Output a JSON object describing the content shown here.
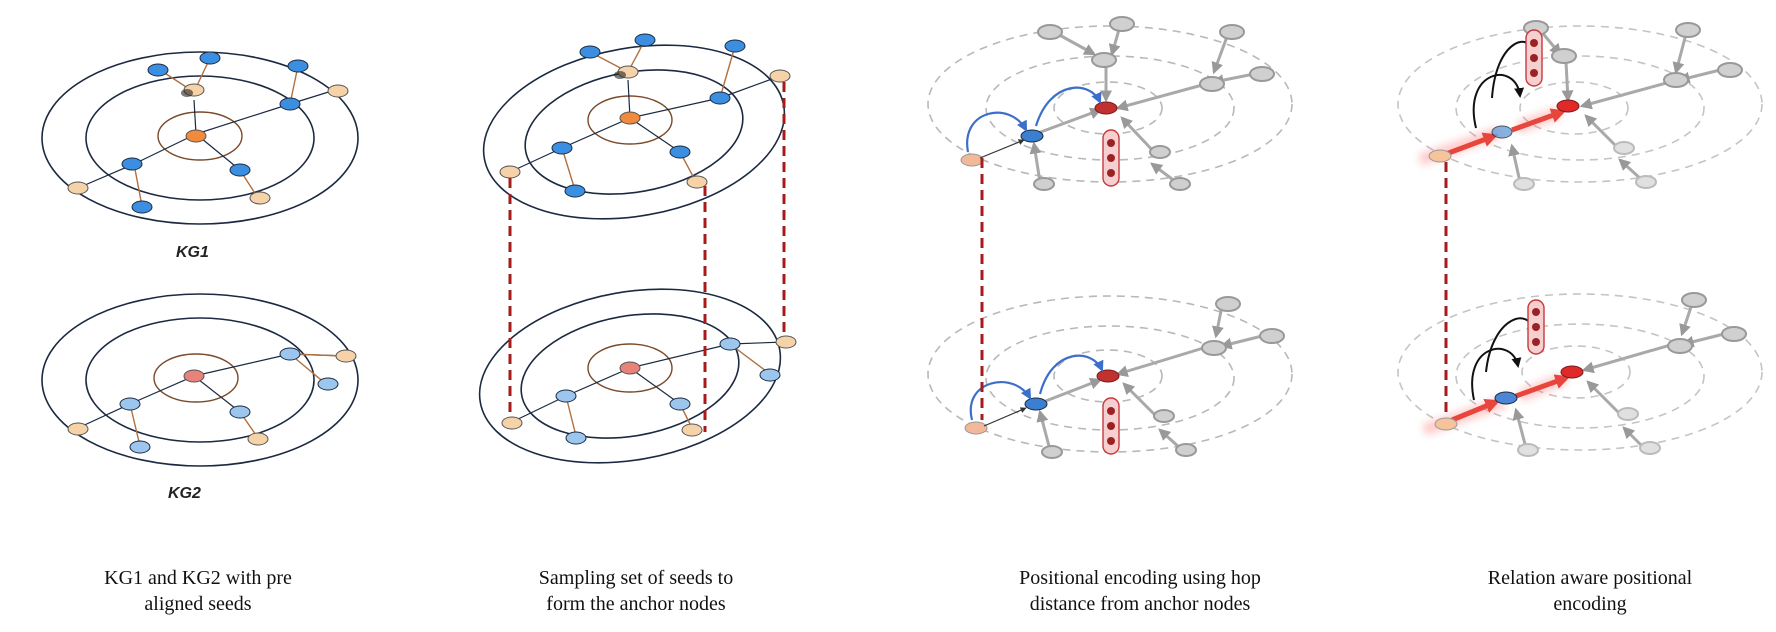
{
  "panels": [
    {
      "caption_line1": "KG1 and KG2 with pre",
      "caption_line2": "aligned seeds"
    },
    {
      "caption_line1": "Sampling set of seeds to",
      "caption_line2": "form the anchor nodes"
    },
    {
      "caption_line1": "Positional encoding using hop",
      "caption_line2": "distance from anchor nodes"
    },
    {
      "caption_line1": "Relation aware positional",
      "caption_line2": "encoding"
    }
  ],
  "labels": {
    "kg1": "KG1",
    "kg2": "KG2"
  },
  "colors": {
    "ring": "#1b2a41",
    "center_node_kg1": "#f08a3c",
    "center_node_kg2": "#e8837b",
    "entity_node_kg1": "#3b8ee0",
    "entity_node_kg2": "#9cc6ee",
    "seed_node": "#f6d2a8",
    "anchor_link": "#a41c1c",
    "dashed_ring": "#b8b8b8",
    "faded_node": "#a9a9a9",
    "encoding_bar": "#c8393a",
    "hop_arrow": "#3c6fc9",
    "relation_arrow": "#e8453c"
  }
}
